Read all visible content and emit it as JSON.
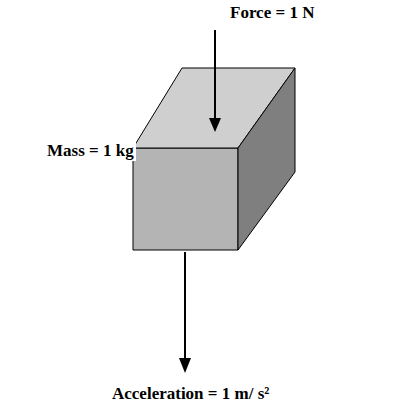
{
  "diagram": {
    "nodes": [
      {
        "text": [
          "Mass = 1 kg"
        ]
      }
    ],
    "labels": [
      "Force = 1 N",
      "Acceleration = 1 m/ s²"
    ]
  }
}
